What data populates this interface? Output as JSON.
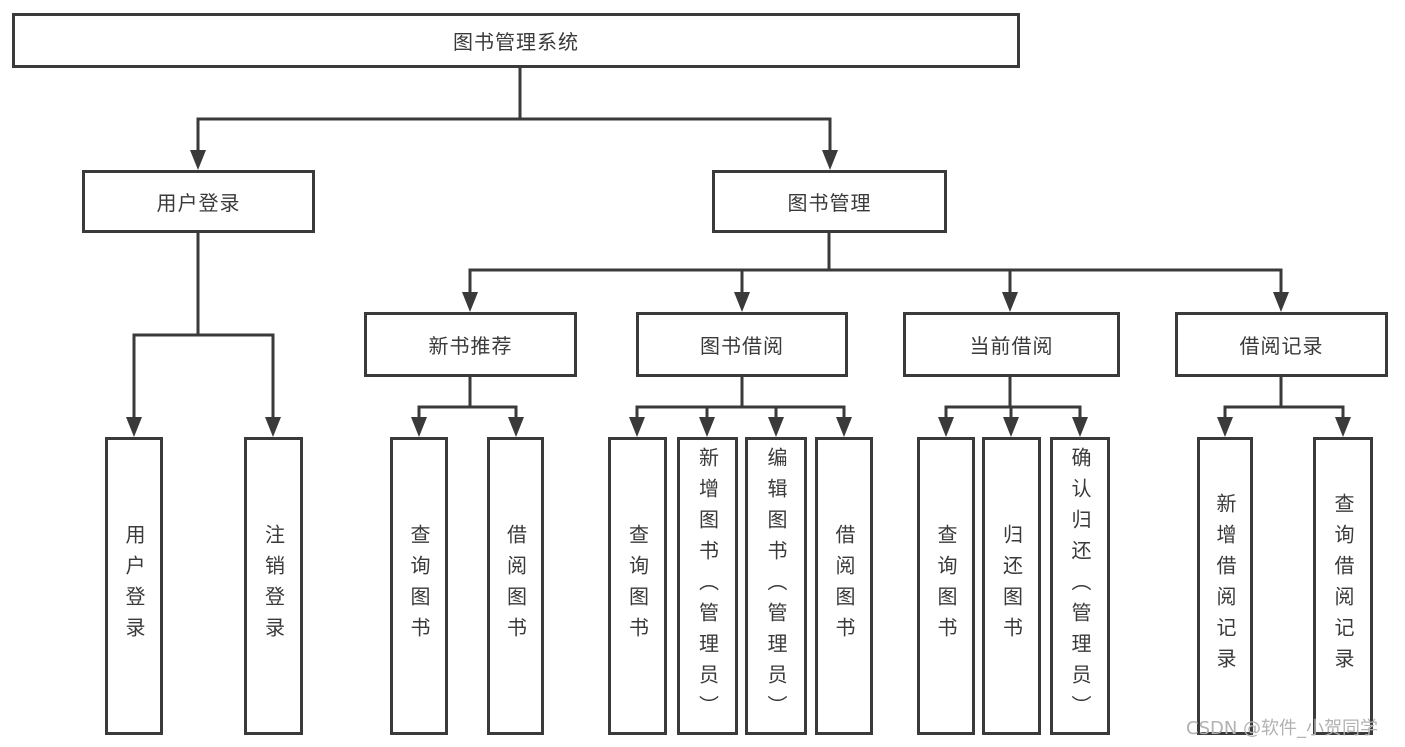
{
  "tree": {
    "root": {
      "label": "图书管理系统"
    },
    "branches": [
      {
        "label": "用户登录",
        "children": [
          {
            "label": "用户登录"
          },
          {
            "label": "注销登录"
          }
        ]
      },
      {
        "label": "图书管理",
        "children": [
          {
            "label": "新书推荐",
            "children": [
              {
                "label": "查询图书"
              },
              {
                "label": "借阅图书"
              }
            ]
          },
          {
            "label": "图书借阅",
            "children": [
              {
                "label": "查询图书"
              },
              {
                "label": "新增图书（管理员）"
              },
              {
                "label": "编辑图书（管理员）"
              },
              {
                "label": "借阅图书"
              }
            ]
          },
          {
            "label": "当前借阅",
            "children": [
              {
                "label": "查询图书"
              },
              {
                "label": "归还图书"
              },
              {
                "label": "确认归还（管理员）"
              }
            ]
          },
          {
            "label": "借阅记录",
            "children": [
              {
                "label": "新增借阅记录"
              },
              {
                "label": "查询借阅记录"
              }
            ]
          }
        ]
      }
    ]
  },
  "watermark": {
    "text": "CSDN @软件_小贺同学"
  },
  "colors": {
    "line": "#3a3a3a",
    "text": "#3a3a3a",
    "background": "#ffffff",
    "watermark": "#b2b2b2"
  }
}
